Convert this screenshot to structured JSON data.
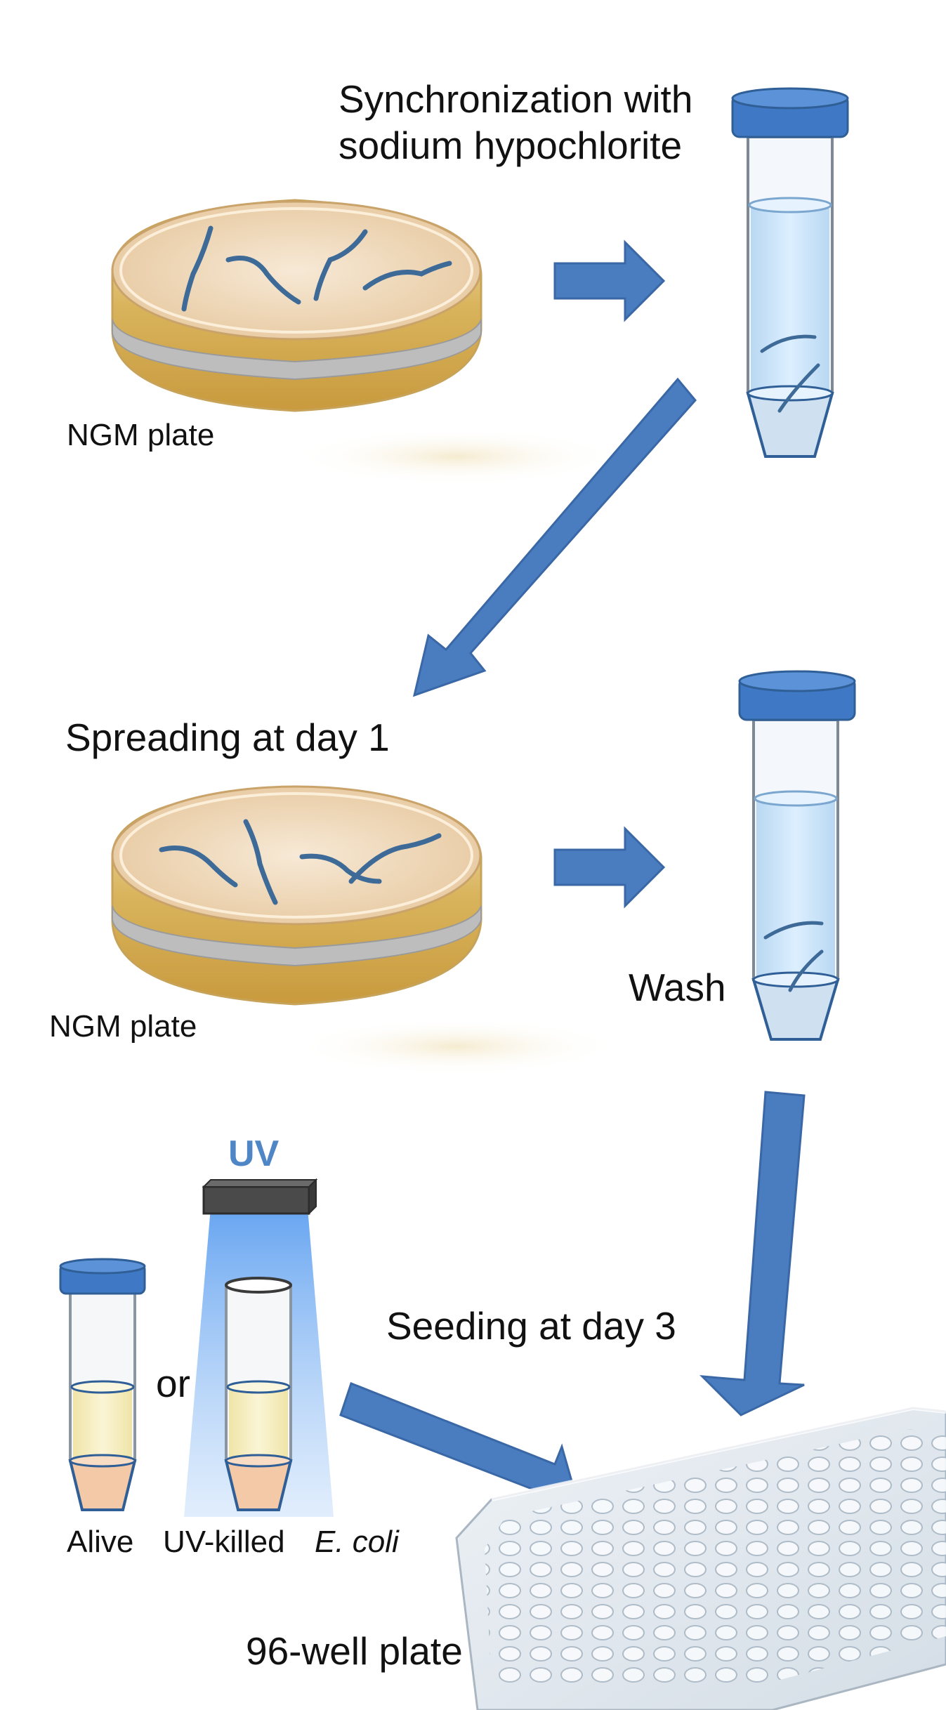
{
  "labels": {
    "sync_line1": "Synchronization with",
    "sync_line2": "sodium hypochlorite",
    "ngm_plate_1": "NGM plate",
    "spreading": "Spreading at day 1",
    "ngm_plate_2": "NGM plate",
    "wash": "Wash",
    "uv": "UV",
    "or": "or",
    "seeding": "Seeding at day 3",
    "alive": "Alive",
    "uv_killed": "UV-killed",
    "ecoli": "E. coli",
    "well_plate": "96-well plate"
  },
  "colors": {
    "arrow": "#4a7cc0",
    "tube_liquid": "#cfe6f8",
    "tube_cap": "#3f78c4",
    "plate_gold": "#d8b45a",
    "plate_band": "#b8b8b8",
    "worm": "#3e6a98",
    "culture": "#f6efc2",
    "culture_bottom": "#f3c9a8",
    "uv_glow": "#5fa0f0",
    "lamp": "#4a4a4a",
    "uv_text": "#4f86c6"
  }
}
